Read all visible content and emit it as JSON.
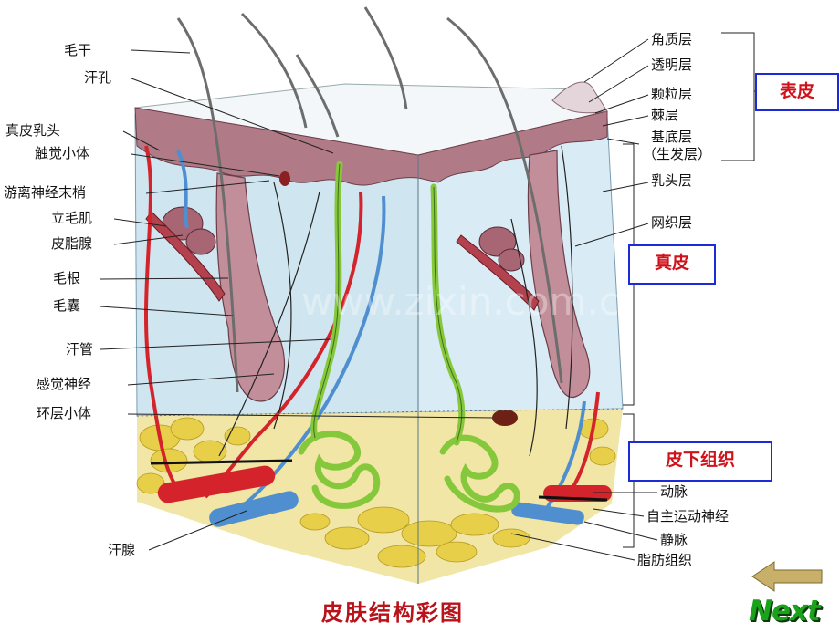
{
  "labels_left": [
    {
      "id": "hair-shaft",
      "text": "毛干"
    },
    {
      "id": "sweat-pore",
      "text": "汗孔"
    },
    {
      "id": "dermal-papilla",
      "text": "真皮乳头"
    },
    {
      "id": "tactile-corpuscle",
      "text": "触觉小体"
    },
    {
      "id": "free-nerve-ending",
      "text": "游离神经末梢"
    },
    {
      "id": "arrector-pili",
      "text": "立毛肌"
    },
    {
      "id": "sebaceous-gland",
      "text": "皮脂腺"
    },
    {
      "id": "hair-root",
      "text": "毛根"
    },
    {
      "id": "hair-follicle",
      "text": "毛囊"
    },
    {
      "id": "sweat-duct",
      "text": "汗管"
    },
    {
      "id": "sensory-nerve",
      "text": "感觉神经"
    },
    {
      "id": "lamellar-corpuscle",
      "text": "环层小体"
    },
    {
      "id": "sweat-gland",
      "text": "汗腺"
    }
  ],
  "labels_right": [
    {
      "id": "stratum-corneum",
      "text": "角质层"
    },
    {
      "id": "stratum-lucidum",
      "text": "透明层"
    },
    {
      "id": "stratum-granulosum",
      "text": "颗粒层"
    },
    {
      "id": "stratum-spinosum",
      "text": "棘层"
    },
    {
      "id": "stratum-basale",
      "text": "基底层"
    },
    {
      "id": "germinal-layer",
      "text": "（生发层）"
    },
    {
      "id": "papillary-layer",
      "text": "乳头层"
    },
    {
      "id": "reticular-layer",
      "text": "网织层"
    },
    {
      "id": "artery",
      "text": "动脉"
    },
    {
      "id": "autonomic-nerve",
      "text": "自主运动神经"
    },
    {
      "id": "vein",
      "text": "静脉"
    },
    {
      "id": "adipose-tissue",
      "text": "脂肪组织"
    }
  ],
  "region_boxes": {
    "epidermis": "表皮",
    "dermis": "真皮",
    "subcutaneous": "皮下组织"
  },
  "title": "皮肤结构彩图",
  "next_label": "Next",
  "colors": {
    "epidermis": "#b07a86",
    "dermis": "#cfe6f1",
    "fat": "#e8cf4a",
    "artery": "#d4232a",
    "vein": "#4f8fcf",
    "nerve": "#86c83c",
    "box_border": "#1d2bd6",
    "box_text": "#d0121b"
  }
}
